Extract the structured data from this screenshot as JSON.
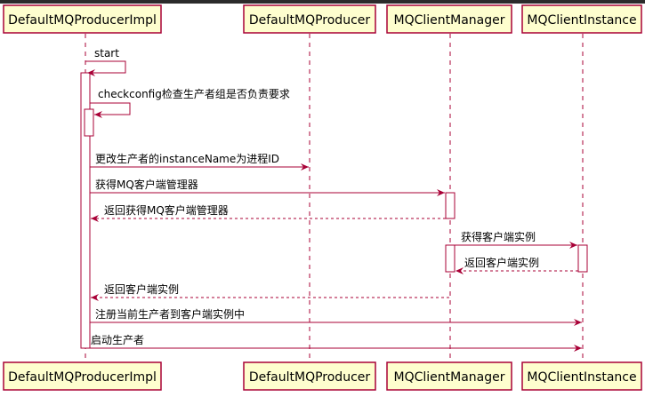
{
  "participants": [
    {
      "id": "impl",
      "name": "DefaultMQProducerImpl"
    },
    {
      "id": "producer",
      "name": "DefaultMQProducer"
    },
    {
      "id": "manager",
      "name": "MQClientManager"
    },
    {
      "id": "instance",
      "name": "MQClientInstance"
    }
  ],
  "messages": [
    {
      "from": "impl",
      "to": "impl",
      "label": "start",
      "kind": "self"
    },
    {
      "from": "impl",
      "to": "impl",
      "label": "checkconfig检查生产者组是否负责要求",
      "kind": "self"
    },
    {
      "from": "impl",
      "to": "producer",
      "label": "更改生产者的instanceName为进程ID",
      "kind": "sync"
    },
    {
      "from": "impl",
      "to": "manager",
      "label": "获得MQ客户端管理器",
      "kind": "sync"
    },
    {
      "from": "manager",
      "to": "impl",
      "label": "返回获得MQ客户端管理器",
      "kind": "return"
    },
    {
      "from": "manager",
      "to": "instance",
      "label": "获得客户端实例",
      "kind": "sync"
    },
    {
      "from": "instance",
      "to": "manager",
      "label": "返回客户端实例",
      "kind": "return"
    },
    {
      "from": "manager",
      "to": "impl",
      "label": "返回客户端实例",
      "kind": "return"
    },
    {
      "from": "impl",
      "to": "instance",
      "label": "注册当前生产者到客户端实例中",
      "kind": "sync"
    },
    {
      "from": "impl",
      "to": "instance",
      "label": "启动生产者",
      "kind": "sync"
    }
  ],
  "colors": {
    "participant_fill": "#FEFECE",
    "participant_border": "#A80036",
    "line": "#A80036",
    "text": "#000000"
  }
}
